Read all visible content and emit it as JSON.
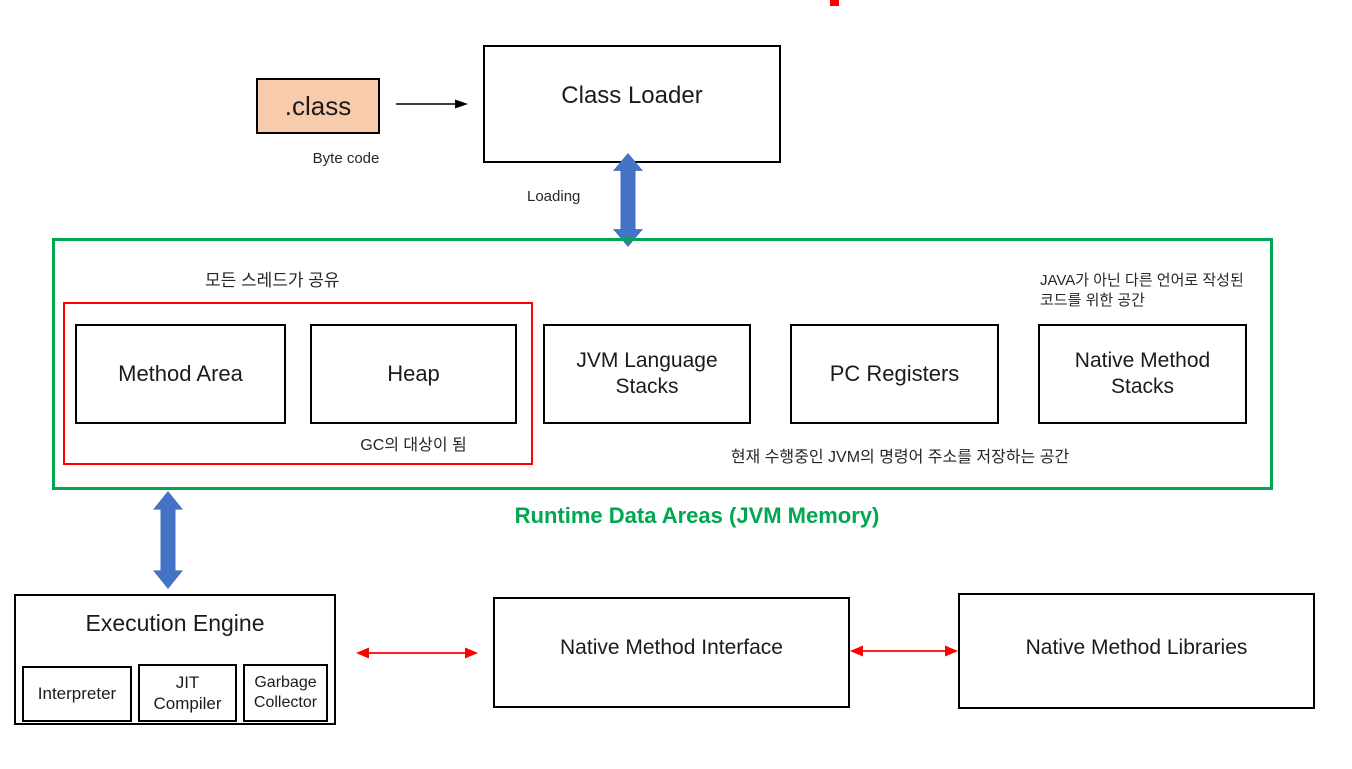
{
  "palette": {
    "green": "#00A650",
    "red": "#FF0000",
    "blue": "#4472C4",
    "peach": "#F8CBAD",
    "ink": "#1b1b1b"
  },
  "top": {
    "class_file_label": ".class",
    "byte_code_caption": "Byte code",
    "class_loader_label": "Class Loader",
    "loading_label": "Loading"
  },
  "runtime": {
    "title": "Runtime Data Areas (JVM Memory)",
    "shared_threads_note": "모든 스레드가 공유",
    "gc_target_note": "GC의 대상이 됨",
    "pc_register_note": "현재 수행중인 JVM의 명령어 주소를 저장하는 공간",
    "native_stacks_note": "JAVA가 아닌 다른 언어로 작성된\n코드를 위한 공간",
    "method_area_label": "Method Area",
    "heap_label": "Heap",
    "jvm_stacks_label": "JVM Language Stacks",
    "pc_registers_label": "PC Registers",
    "native_stacks_label": "Native Method Stacks"
  },
  "bottom": {
    "execution_engine_label": "Execution Engine",
    "interpreter_label": "Interpreter",
    "jit_compiler_label": "JIT Compiler",
    "garbage_collector_label": "Garbage Collector",
    "native_method_interface_label": "Native Method Interface",
    "native_method_libraries_label": "Native Method Libraries"
  }
}
